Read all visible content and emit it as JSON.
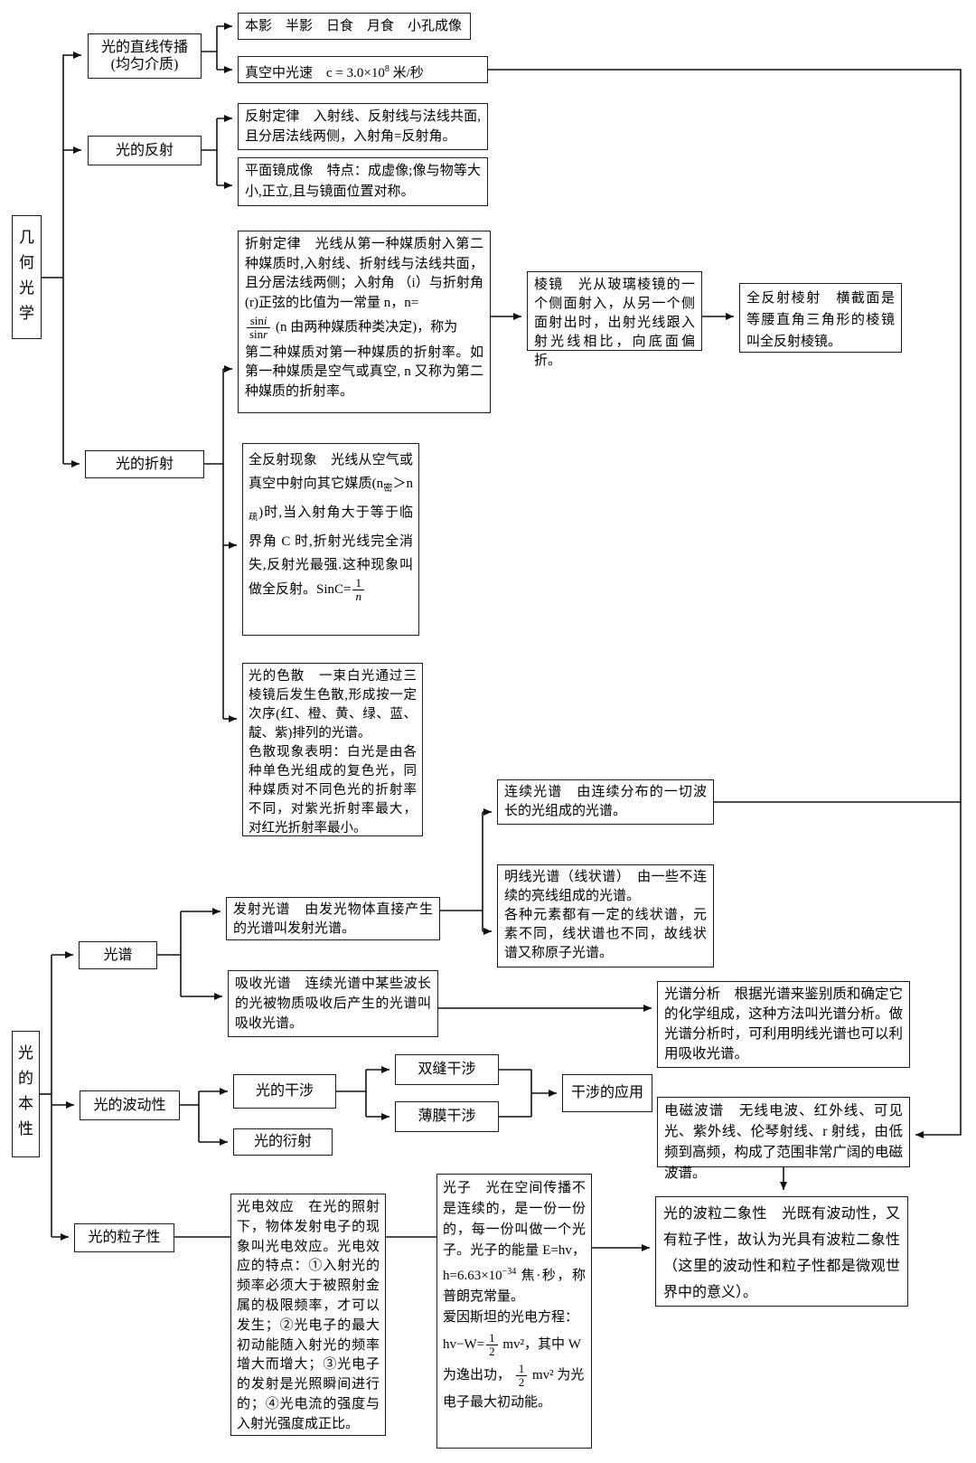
{
  "roots": {
    "geometric_optics": "几何光学",
    "light_nature": "光的本性"
  },
  "nodes": {
    "rectilinear_l1": "光的直线传播",
    "rectilinear_l2": "(均匀介质)",
    "reflection": "光的反射",
    "refraction": "光的折射",
    "spectrum": "光谱",
    "wave_nature": "光的波动性",
    "interference": "光的干涉",
    "diffraction": "光的衍射",
    "double_slit": "双缝干涉",
    "thin_film": "薄膜干涉",
    "interference_app": "干涉的应用",
    "particle_nature": "光的粒子性"
  },
  "boxes": {
    "shadow_imaging": "本影　半影　日食　月食　小孔成像",
    "light_speed": {
      "p1": "真空中光速　c = 3.0×10",
      "sup": "8",
      "p2": " 米/秒"
    },
    "reflection_law": "反射定律　入射线、反射线与法线共面,且分居法线两侧，入射角=反射角。",
    "plane_mirror": "平面镜成像　特点：成虚像;像与物等大小,正立,且与镜面位置对称。",
    "refraction_law": {
      "p1": "折射定律　光线从第一种媒质射入第二种媒质时,入射线、折射线与法线共面，且分居法线两侧；入射角 （i）与折射角(r)正弦的比值为一常量 n，n=",
      "num_fn": "sin",
      "num_var": "i",
      "den_fn": "sin",
      "den_var": "r",
      "p2": "(n 由两种媒质种类决定)，称为",
      "p3": "第二种媒质对第一种媒质的折射率。如第一种媒质是空气或真空, n 又称为第二种媒质的折射率。"
    },
    "prism": "棱镜　光从玻璃棱镜的一个侧面射入，从另一个侧面射出时，出射光线跟入射光线相比，向底面偏折。",
    "total_reflection_prism": "全反射棱射　横截面是等腰直角三角形的棱镜叫全反射棱镜。",
    "total_reflection": {
      "p1": "全反射现象　光线从空气或真空中射向其它媒质(n",
      "sub1": "密",
      "p2": "＞n",
      "sub2": "疏",
      "p3": ")时,当入射角大于等于临界角 C 时,折射光线完全消失,反射光最强.这种现象叫做全反射。SinC=",
      "frac_num": "1",
      "frac_den": "n"
    },
    "dispersion": {
      "p1": "光的色散　一束白光通过三棱镜后发生色散,形成按一定次序(红、橙、黄、绿、蓝、靛、紫)排列的光谱。",
      "p2": "色散现象表明：白光是由各种单色光组成的复色光，同种媒质对不同色光的折射率不同，对紫光折射率最大，对红光折射率最小。"
    },
    "emission": "发射光谱　由发光物体直接产生的光谱叫发射光谱。",
    "absorption": "吸收光谱　连续光谱中某些波长的光被物质吸收后产生的光谱叫吸收光谱。",
    "continuous": "连续光谱　由连续分布的一切波长的光组成的光谱。",
    "bright_line": {
      "p1": "明线光谱（线状谱）　由一些不连续的亮线组成的光谱。",
      "p2": "各种元素都有一定的线状谱，元素不同，线状谱也不同，故线状谱又称原子光谱。"
    },
    "spectrum_analysis": "光谱分析　根据光谱来鉴别质和确定它的化学组成，这种方法叫光谱分析。做光谱分析时，可利用明线光谱也可以利用吸收光谱。",
    "em_spectrum": "电磁波谱　无线电波、红外线、可见光、紫外线、伦琴射线、r 射线，由低频到高频，构成了范围非常广阔的电磁波谱。",
    "photoelectric": "光电效应　在光的照射下，物体发射电子的现象叫光电效应。光电效应的特点：①入射光的频率必须大于被照射金属的极限频率，才可以发生；②光电子的最大初动能随入射光的频率增大而增大；③光电子的发射是光照瞬间进行的；④光电流的强度与入射光强度成正比。",
    "photon": {
      "p1": "光子　光在空间传播不是连续的，是一份一份的，每一份叫做一个光子。光子的能量 E=hv，h=6.63×10",
      "sup1": "−34",
      "p2": " 焦·秒，称普朗克常量。",
      "p3": "爱因斯坦的光电方程：",
      "p4a": "hv−W=",
      "f1_num": "1",
      "f1_den": "2",
      "p4b": " mv²，其中 W",
      "p5a": "为逸出功， ",
      "f2_num": "1",
      "f2_den": "2",
      "p5b": " mv² 为光",
      "p6": "电子最大初动能。"
    },
    "duality": "光的波粒二象性　光既有波动性，又有粒子性，故认为光具有波粒二象性（这里的波动性和粒子性都是微观世界中的意义）。"
  }
}
